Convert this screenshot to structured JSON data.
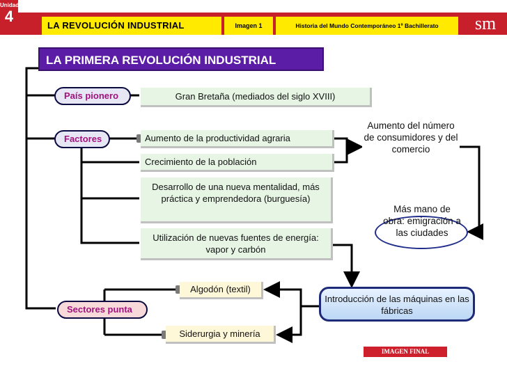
{
  "header": {
    "unit_label": "Unidad",
    "unit_number": "4",
    "title": "LA REVOLUCIÓN INDUSTRIAL",
    "image_label": "Imagen 1",
    "course": "Historia del Mundo Contemporáneo 1º Bachillerato",
    "logo": "sm"
  },
  "main_title": "LA PRIMERA REVOLUCIÓN INDUSTRIAL",
  "labels": {
    "pais_pionero": "País pionero",
    "factores": "Factores",
    "sectores_punta": "Sectores punta"
  },
  "boxes": {
    "gran_bretana": "Gran Bretaña (mediados del siglo XVIII)",
    "productividad": "Aumento de la productividad agraria",
    "poblacion": "Crecimiento de la población",
    "mentalidad": "Desarrollo de una nueva mentalidad, más práctica y emprendedora (burguesía)",
    "energia": "Utilización de nuevas fuentes de energía: vapor y carbón",
    "algodon": "Algodón (textil)",
    "siderurgia": "Siderurgia y minería",
    "maquinas": "Introducción de las máquinas en las fábricas"
  },
  "notes": {
    "consumidores": "Aumento del número de consumidores y del comercio",
    "mano_obra": "Más mano de obra: emigración a las ciudades"
  },
  "footer_button": "IMAGEN FINAL",
  "colors": {
    "header_red": "#c8202a",
    "header_yellow": "#ffea00",
    "title_purple": "#5b1ca6",
    "label_magenta": "#a0137e",
    "box_green": "#e7f5e5"
  }
}
